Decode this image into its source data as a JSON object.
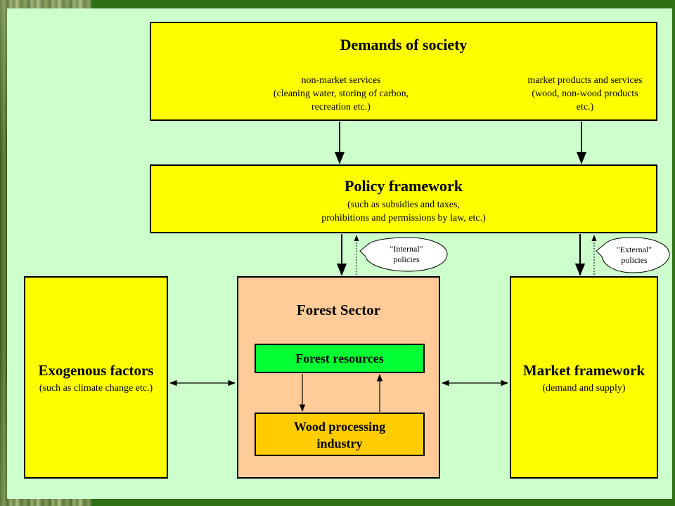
{
  "demands": {
    "title": "Demands of society",
    "left_lines": [
      "non-market services",
      "(cleaning water, storing of carbon,",
      "recreation etc.)"
    ],
    "right_lines": [
      "market products and services",
      "(wood, non-wood products",
      "etc.)"
    ]
  },
  "policy": {
    "title": "Policy framework",
    "lines": [
      "(such as subsidies and taxes,",
      "prohibitions and permissions by law, etc.)"
    ]
  },
  "bubbles": {
    "internal": [
      "\"Internal\"",
      "policies"
    ],
    "external": [
      "\"External\"",
      "policies"
    ]
  },
  "exogenous": {
    "title": "Exogenous factors",
    "subtitle": "(such as climate change etc.)"
  },
  "forest_sector": {
    "title": "Forest Sector"
  },
  "forest_resources": {
    "title": "Forest resources"
  },
  "wood_processing": {
    "lines": [
      "Wood processing",
      "industry"
    ]
  },
  "market": {
    "title": "Market framework",
    "subtitle": "(demand and supply)"
  },
  "colors": {
    "yellow": "#ffff00",
    "peach": "#ffcc99",
    "green": "#00ff33",
    "orange": "#ffcc00",
    "background": "#ccffcc"
  }
}
